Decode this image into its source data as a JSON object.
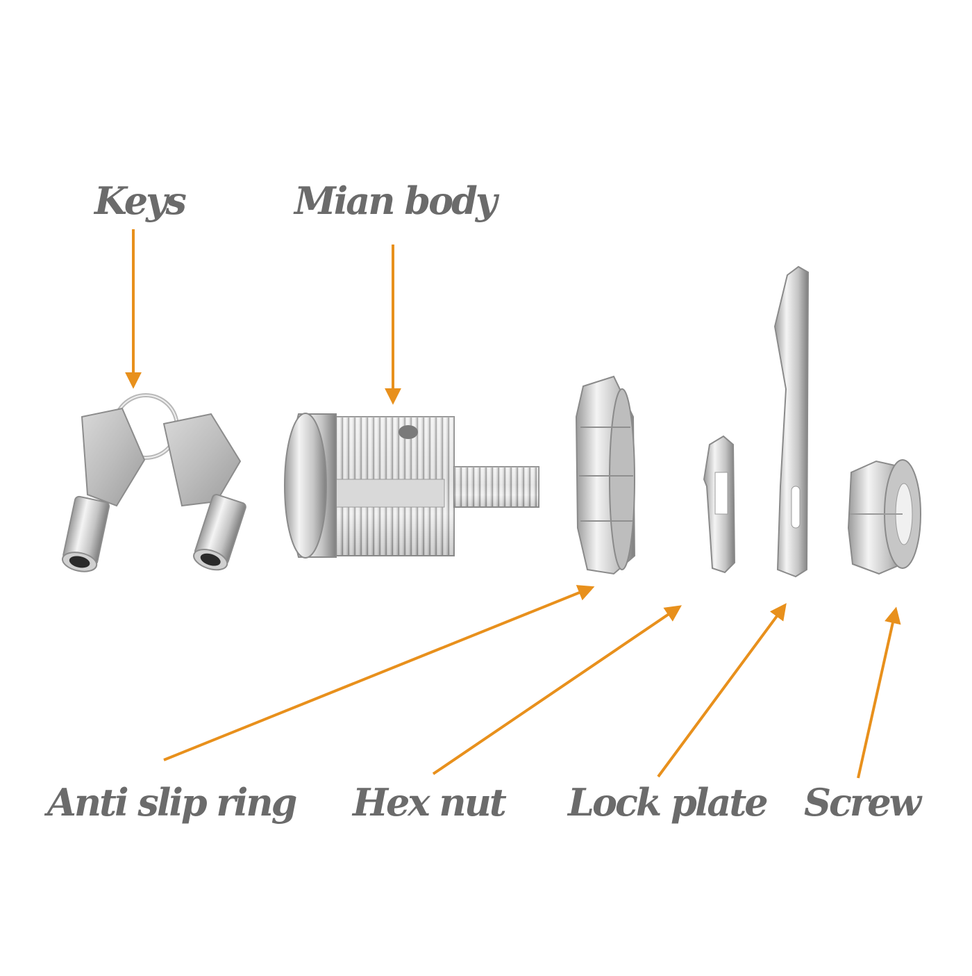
{
  "colors": {
    "background": "#ffffff",
    "label_text": "#6b6b6b",
    "arrow": "#e8901c",
    "metal_light": "#f2f2f2",
    "metal_mid": "#c9c9c9",
    "metal_dark": "#7d7d7d"
  },
  "labels": {
    "keys": "Keys",
    "main_body": "Mian body",
    "anti_slip_ring": "Anti slip ring",
    "hex_nut": "Hex nut",
    "lock_plate": "Lock plate",
    "screw": "Screw"
  }
}
